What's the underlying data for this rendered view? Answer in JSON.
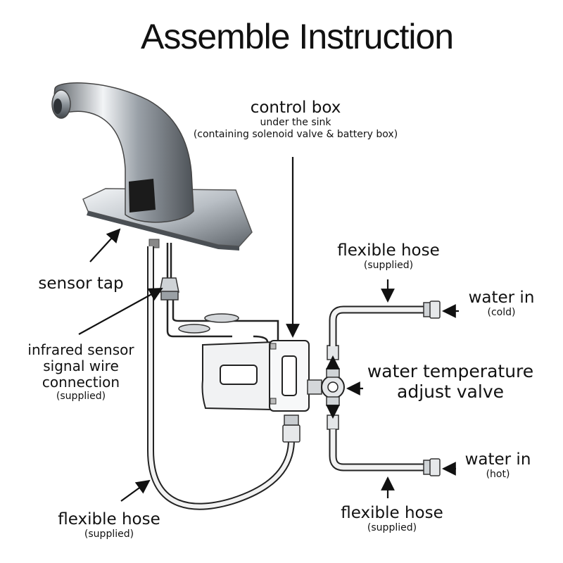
{
  "title": "Assemble Instruction",
  "labels": {
    "control_box": {
      "main": "control box",
      "line2": "under the sink",
      "line3": "(containing solenoid valve & battery box)"
    },
    "sensor_tap": {
      "main": "sensor tap"
    },
    "infrared": {
      "line1": "infrared sensor",
      "line2": "signal wire",
      "line3": "connection",
      "sub": "(supplied)"
    },
    "hose_left": {
      "main": "flexible hose",
      "sub": "(supplied)"
    },
    "hose_top": {
      "main": "flexible hose",
      "sub": "(supplied)"
    },
    "hose_bottom": {
      "main": "flexible hose",
      "sub": "(supplied)"
    },
    "water_cold": {
      "main": "water in",
      "sub": "(cold)"
    },
    "water_hot": {
      "main": "water in",
      "sub": "(hot)"
    },
    "temp_valve": {
      "line1": "water temperature",
      "line2": "adjust valve"
    }
  },
  "colors": {
    "ink": "#111111",
    "chrome_dark": "#6e747a",
    "chrome_light": "#f4f6f8",
    "sensor_window": "#1b1b1b"
  }
}
